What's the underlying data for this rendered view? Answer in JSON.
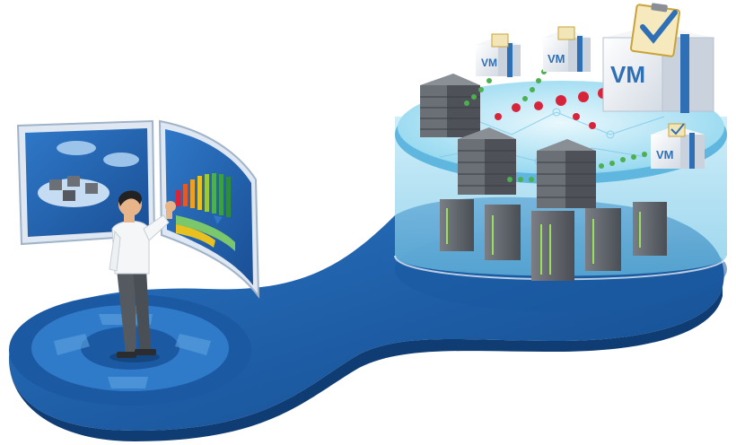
{
  "labels": {
    "vm_large": "VM",
    "vm_small_1": "VM",
    "vm_small_2": "VM",
    "vm_small_3": "VM"
  },
  "colors": {
    "platform_blue": "#1e5fa8",
    "platform_dark": "#123f78",
    "cylinder_light": "#a9e3f5",
    "server_gray": "#6b6f76",
    "accent_green": "#4caf50",
    "accent_red": "#d8243a",
    "vm_text": "#2f6fb6"
  },
  "icons": [
    "person-figure",
    "dashboard-screen-icon",
    "server-rack-icon",
    "vm-package-icon",
    "clipboard-check-icon"
  ]
}
